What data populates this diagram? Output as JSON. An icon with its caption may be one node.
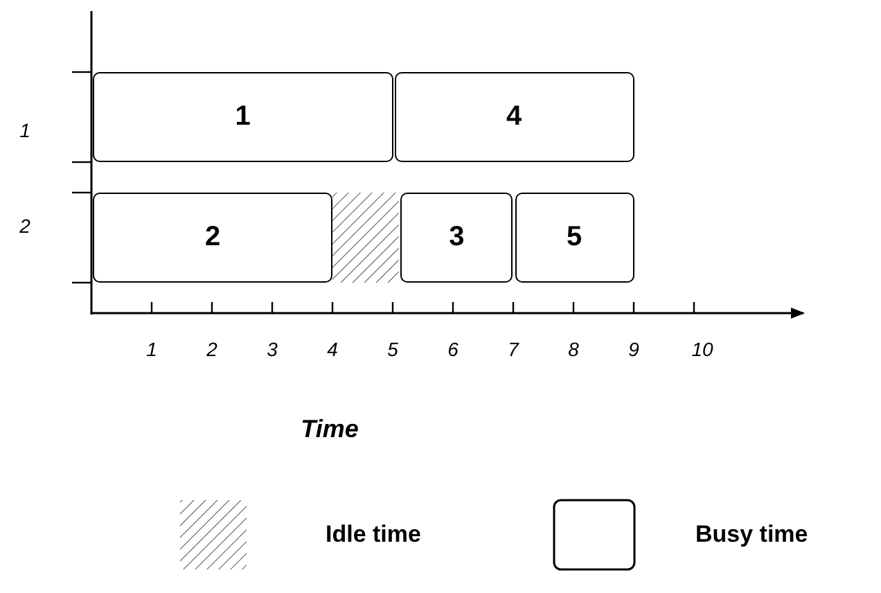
{
  "diagram": {
    "nodes": [
      {
        "text": [
          "1"
        ]
      },
      {
        "text": [
          "4"
        ]
      },
      {
        "text": [
          "2"
        ]
      },
      {
        "text": [
          "3"
        ]
      },
      {
        "text": [
          "5"
        ]
      }
    ],
    "labels": [
      "1",
      "2",
      "1",
      "2",
      "3",
      "4",
      "5",
      "6",
      "7",
      "8",
      "9",
      "10",
      "Time"
    ],
    "legend": [
      {
        "text": "Idle time"
      },
      {
        "text": "Busy time"
      }
    ]
  }
}
